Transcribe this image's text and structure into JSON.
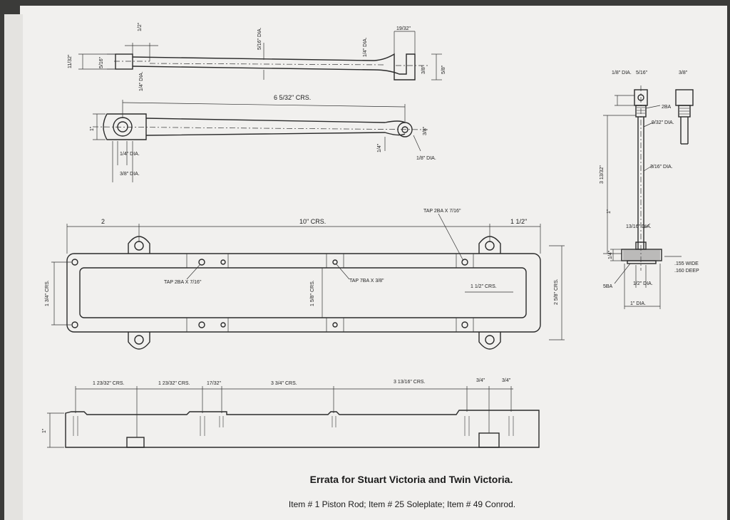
{
  "caption": {
    "title": "Errata for Stuart Victoria and Twin Victoria.",
    "items": "Item # 1 Piston Rod; Item # 25 Soleplate; Item # 49 Conrod."
  },
  "conrod_top": {
    "d_half_top": "1/2\"",
    "d_5_16_dia": "5/16\" DIA.",
    "d_1_4_dia_fork": "1/4\" DIA.",
    "d_19_32": "19/32\"",
    "d_11_32": "11/32\"",
    "d_5_16": "5/16\"",
    "d_1_4_dia": "1/4\" DIA.",
    "d_3_8": "3/8\"",
    "d_5_8": "5/8\""
  },
  "conrod_side": {
    "centres": "6 5/32\" CRS.",
    "d_1": "1\"",
    "d_1_4_dia": "1/4\" DIA.",
    "d_3_8_dia": "3/8\" DIA.",
    "d_1_4": "1/4\"",
    "d_1_8_dia": "1/8\" DIA.",
    "d_3_8": "3/8\""
  },
  "soleplate_plan": {
    "d_2": "2",
    "d_10_crs": "10\" CRS.",
    "d_1_half": "1 1/2\"",
    "tap_top": "TAP 2BA X 7/16\"",
    "tap_left": "TAP 2BA X 7/16\"",
    "tap_mid": "TAP 7BA X 3/8\"",
    "d_1_3_4_crs": "1 3/4\" CRS.",
    "d_1_5_8": "1 5/8\" CRS.",
    "d_1_half_crs": "1 1/2\" CRS.",
    "d_2_5_8_crs": "2 5/8\" CRS."
  },
  "soleplate_elev": {
    "d_a": "1 23/32\" CRS.",
    "d_b": "1 23/32\" CRS.",
    "d_c": "17/32\"",
    "d_d": "3 3/4\" CRS.",
    "d_e": "3 13/16\" CRS.",
    "d_f": "3/4\"",
    "d_g": "3/4\"",
    "d_h": "1\""
  },
  "piston_rod": {
    "d_1_8_dia": "1/8\" DIA.",
    "d_5_16": "5/16\"",
    "d_3_8": "3/8\"",
    "d_2ba": "2BA",
    "d_9_32_dia": "9/32\" DIA.",
    "d_len": "3 13/32\"",
    "d_3_16_dia": "3/16\" DIA.",
    "d_13_16_dia": "13/16\" DIA.",
    "d_1_4": "1/4\"",
    "d_wide": ".155 WIDE",
    "d_deep": ".160 DEEP",
    "d_5ba": "5BA",
    "d_half_dia": "1/2\" DIA.",
    "d_1_dia": "1\" DIA.",
    "d_1": "1\""
  }
}
